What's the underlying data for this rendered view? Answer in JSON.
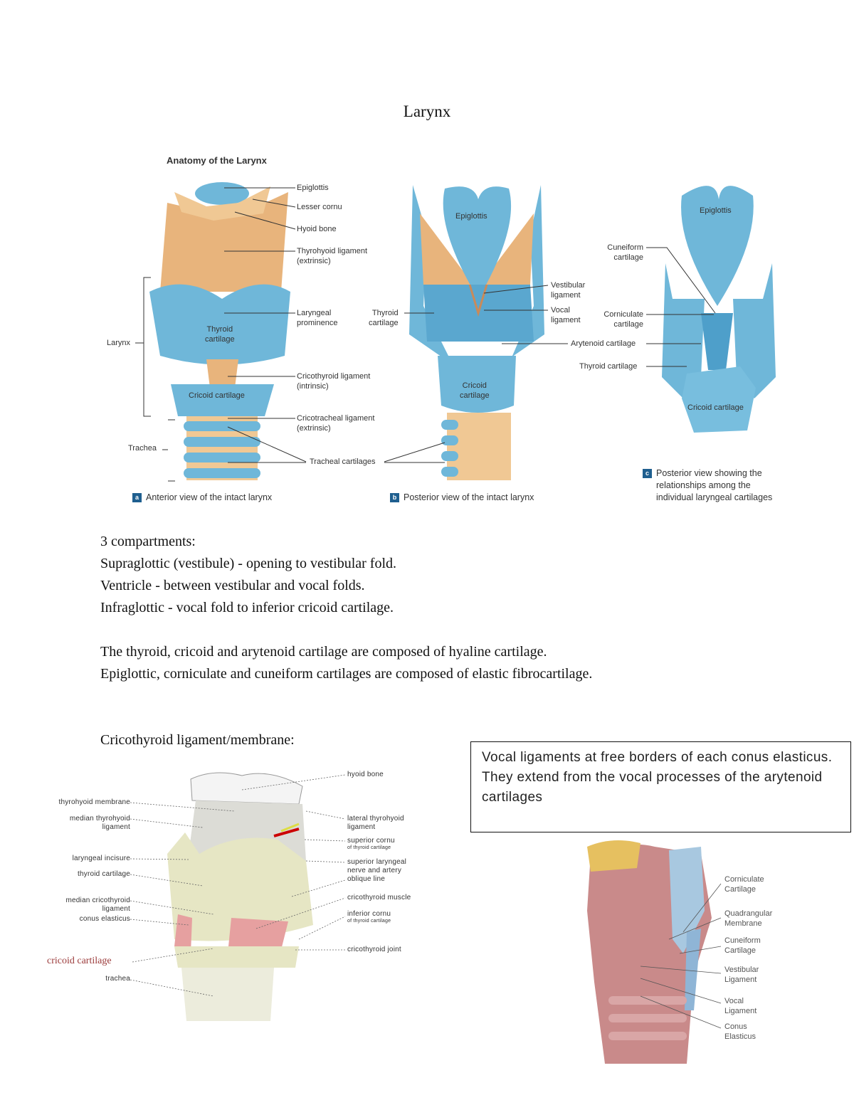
{
  "title": "Larynx",
  "figure": {
    "heading": "Anatomy of the Larynx",
    "panel_a": {
      "badge": "a",
      "caption": "Anterior view of the intact larynx",
      "labels": {
        "epiglottis": "Epiglottis",
        "lesser_cornu": "Lesser cornu",
        "hyoid_bone": "Hyoid bone",
        "thyrohyoid_1": "Thyrohyoid ligament",
        "thyrohyoid_2": "(extrinsic)",
        "laryngeal_1": "Laryngeal",
        "laryngeal_2": "prominence",
        "cricothyroid_1": "Cricothyroid ligament",
        "cricothyroid_2": "(intrinsic)",
        "cricotracheal_1": "Cricotracheal ligament",
        "cricotracheal_2": "(extrinsic)",
        "tracheal_cartilages": "Tracheal cartilages",
        "thyroid_1": "Thyroid",
        "thyroid_2": "cartilage",
        "cricoid": "Cricoid cartilage",
        "larynx": "Larynx",
        "trachea": "Trachea"
      }
    },
    "panel_b": {
      "badge": "b",
      "caption": "Posterior view of the intact larynx",
      "labels": {
        "epiglottis": "Epiglottis",
        "thyroid_1": "Thyroid",
        "thyroid_2": "cartilage",
        "vestibular_1": "Vestibular",
        "vestibular_2": "ligament",
        "vocal_1": "Vocal",
        "vocal_2": "ligament",
        "arytenoid": "Arytenoid cartilage",
        "cricoid_1": "Cricoid",
        "cricoid_2": "cartilage"
      }
    },
    "panel_c": {
      "badge": "c",
      "caption_lines": [
        "Posterior view showing the",
        "relationships among the",
        "individual laryngeal cartilages"
      ],
      "labels": {
        "epiglottis": "Epiglottis",
        "cuneiform_1": "Cuneiform",
        "cuneiform_2": "cartilage",
        "corniculate_1": "Corniculate",
        "corniculate_2": "cartilage",
        "thyroid": "Thyroid cartilage",
        "cricoid": "Cricoid cartilage"
      }
    }
  },
  "notes": {
    "lines": [
      "3 compartments:",
      "Supraglottic (vestibule) - opening to vestibular fold.",
      "Ventricle - between vestibular and vocal folds.",
      "Infraglottic - vocal fold to inferior cricoid cartilage.",
      "The thyroid, cricoid and arytenoid cartilage are composed of hyaline cartilage.",
      "Epiglottic, corniculate and cuneiform cartilages are composed of elastic fibrocartilage.",
      "Cricothyroid ligament/membrane:"
    ]
  },
  "textbox": {
    "lines": [
      "Vocal ligaments at free borders of each conus elasticus.",
      "They extend from the vocal processes of the arytenoid cartilages"
    ]
  },
  "cricothyroid_figure": {
    "left_labels": [
      "thyrohyoid membrane",
      "median thyrohyoid",
      "ligament",
      "laryngeal incisure",
      "thyroid cartilage",
      "median cricothyroid",
      "ligament",
      "conus elasticus",
      "cricoid cartilage",
      "trachea"
    ],
    "right_labels": [
      "hyoid bone",
      "lateral thyrohyoid",
      "ligament",
      "superior cornu",
      "of thyroid cartilage",
      "superior laryngeal",
      "nerve and artery",
      "oblique line",
      "cricothyroid muscle",
      "inferior cornu",
      "of thyroid cartilage",
      "cricothyroid joint"
    ]
  },
  "sagittal_figure": {
    "labels": [
      "Corniculate",
      "Cartilage",
      "Quadrangular",
      "Membrane",
      "Cuneiform",
      "Cartilage",
      "Vestibular",
      "Ligament",
      "Vocal",
      "Ligament",
      "Conus",
      "Elasticus"
    ]
  },
  "colors": {
    "cartilage_blue": "#6fb7d9",
    "ligament_tan": "#e8b47c",
    "muscle_pink": "#e6a0a0",
    "cream": "#e6e6c4"
  }
}
